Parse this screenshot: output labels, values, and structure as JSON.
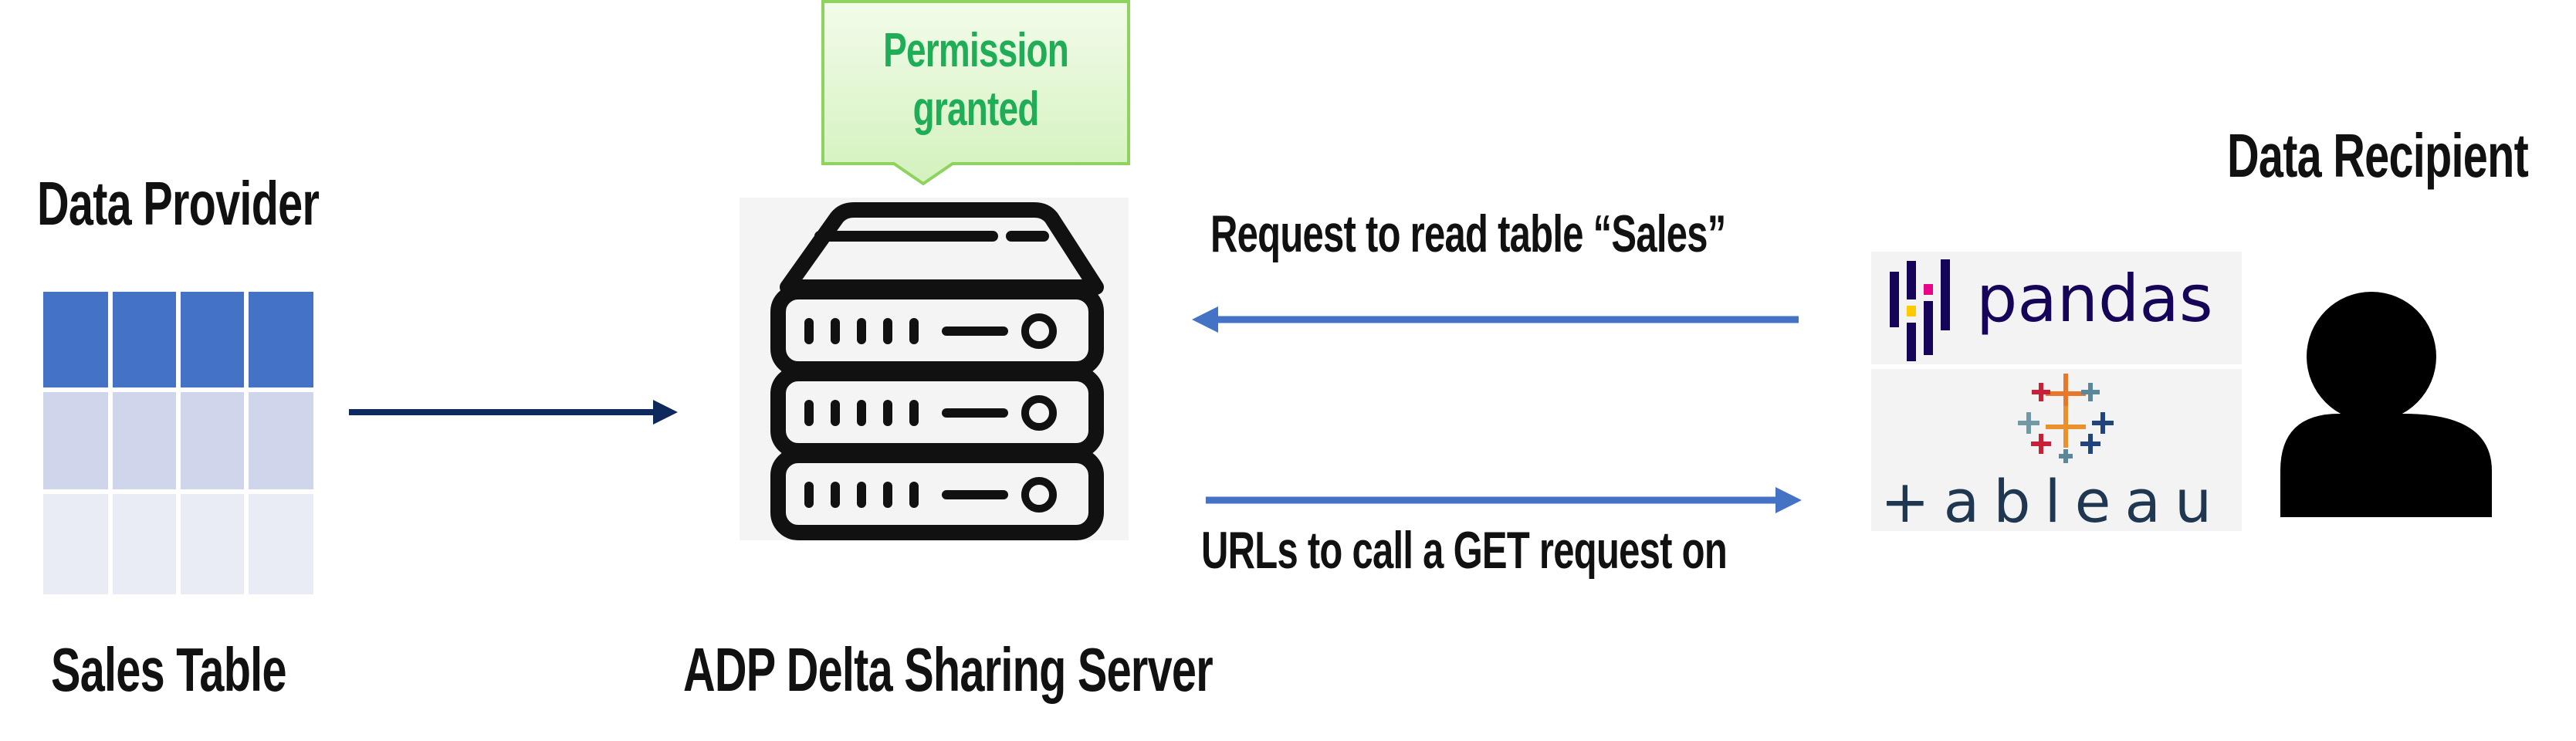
{
  "provider": {
    "heading": "Data Provider",
    "table_label": "Sales Table"
  },
  "server": {
    "label": "ADP Delta Sharing Server",
    "callout_line1": "Permission",
    "callout_line2": "granted"
  },
  "flows": {
    "request_label": "Request to read table “Sales”",
    "response_label": "URLs to call a GET request on"
  },
  "recipient": {
    "heading": "Data Recipient",
    "logo_pandas": "pandas",
    "logo_tableau": "+ableau"
  },
  "colors": {
    "table_header": "#4472c4",
    "table_band": "#cfd5ea",
    "table_light": "#e9ebf5",
    "arrow_dark": "#0e2a5c",
    "arrow_blue": "#4472c4",
    "callout_fill": "#dcf5c8",
    "callout_border": "#8fd35f"
  }
}
